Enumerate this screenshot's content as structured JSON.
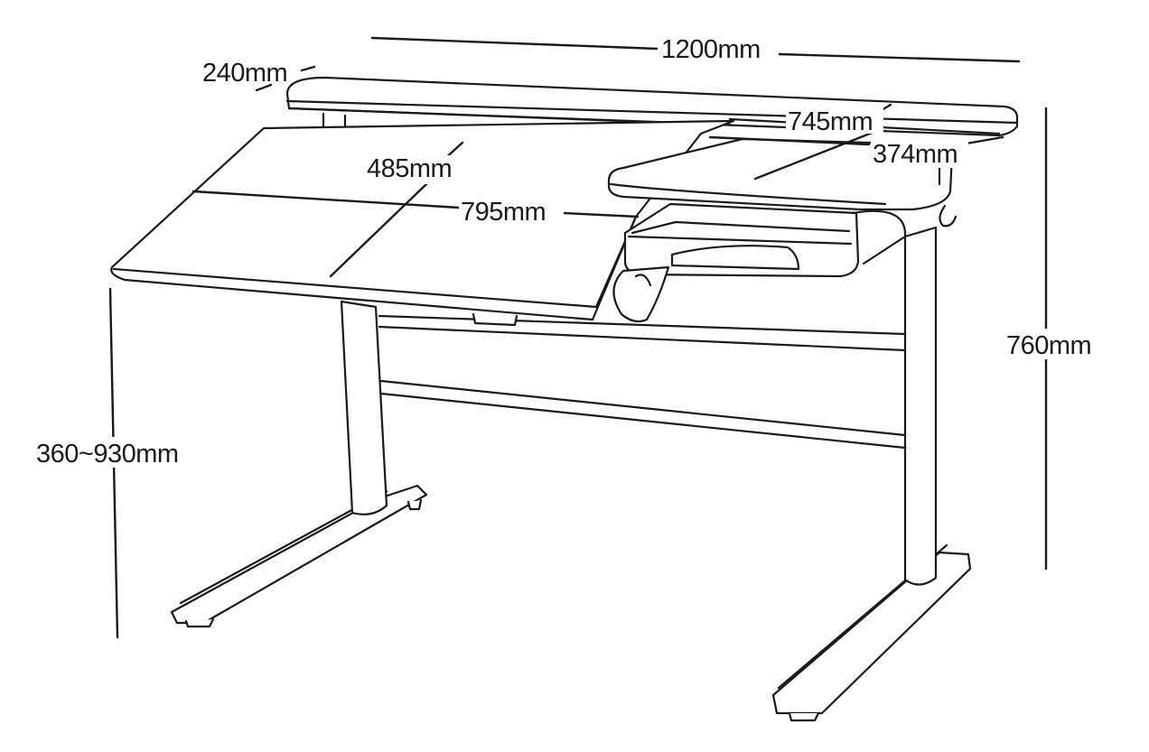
{
  "dimensions": {
    "total_width": "1200mm",
    "top_shelf_depth": "240mm",
    "side_panel_width": "745mm",
    "side_panel_depth": "374mm",
    "main_top_depth": "485mm",
    "main_top_width": "795mm",
    "overall_height": "760mm",
    "adjustable_height": "360~930mm"
  }
}
